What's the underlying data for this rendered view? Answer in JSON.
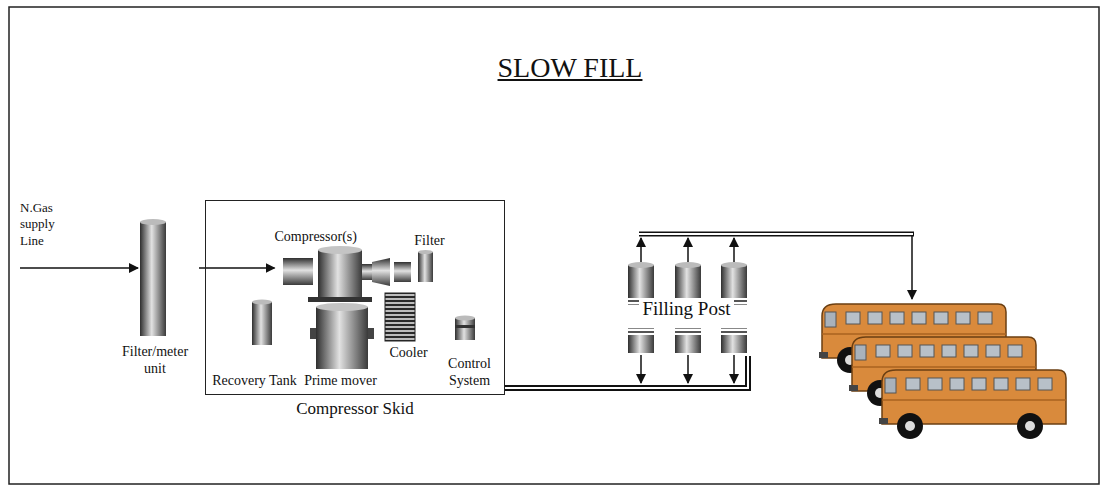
{
  "diagram": {
    "title": "SLOW FILL",
    "nodes": [
      {
        "text": [
          "Filter/meter unit"
        ]
      },
      {
        "text": [
          "Compressor Skid"
        ]
      },
      {
        "text": [
          "Compressor(s)"
        ],
        "in": 1
      },
      {
        "text": [
          "Filter"
        ],
        "in": 1
      },
      {
        "text": [
          "Recovery Tank"
        ],
        "in": 1
      },
      {
        "text": [
          "Prime mover"
        ],
        "in": 1
      },
      {
        "text": [
          "Cooler"
        ],
        "in": 1
      },
      {
        "text": [
          "Control System"
        ],
        "in": 1
      },
      {
        "text": [
          "Filling Post"
        ]
      }
    ],
    "edges": [
      {
        "from": 0,
        "to": 2,
        "arrow": "to"
      },
      {
        "from": 1,
        "to": 8,
        "arrow": "none"
      }
    ],
    "labels": [
      "N.Gas supply Line"
    ]
  }
}
